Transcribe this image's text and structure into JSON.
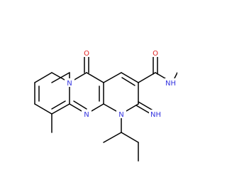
{
  "colors": {
    "background": "#ffffff",
    "bond": "#000000",
    "nitrogen": "#3535e0",
    "oxygen": "#e01f1f"
  },
  "atoms": {
    "o_carbonyl_ring": {
      "text": "O",
      "color": "oxygen"
    },
    "n_ring_upper": {
      "text": "N",
      "color": "nitrogen"
    },
    "n_ring_middle": {
      "text": "N",
      "color": "nitrogen"
    },
    "n_ring_lower": {
      "text": "N",
      "color": "nitrogen"
    },
    "n_imino": {
      "text": "NH",
      "color": "nitrogen"
    },
    "o_amide": {
      "text": "O",
      "color": "oxygen"
    },
    "n_amide": {
      "text": "NH",
      "color": "nitrogen"
    }
  }
}
